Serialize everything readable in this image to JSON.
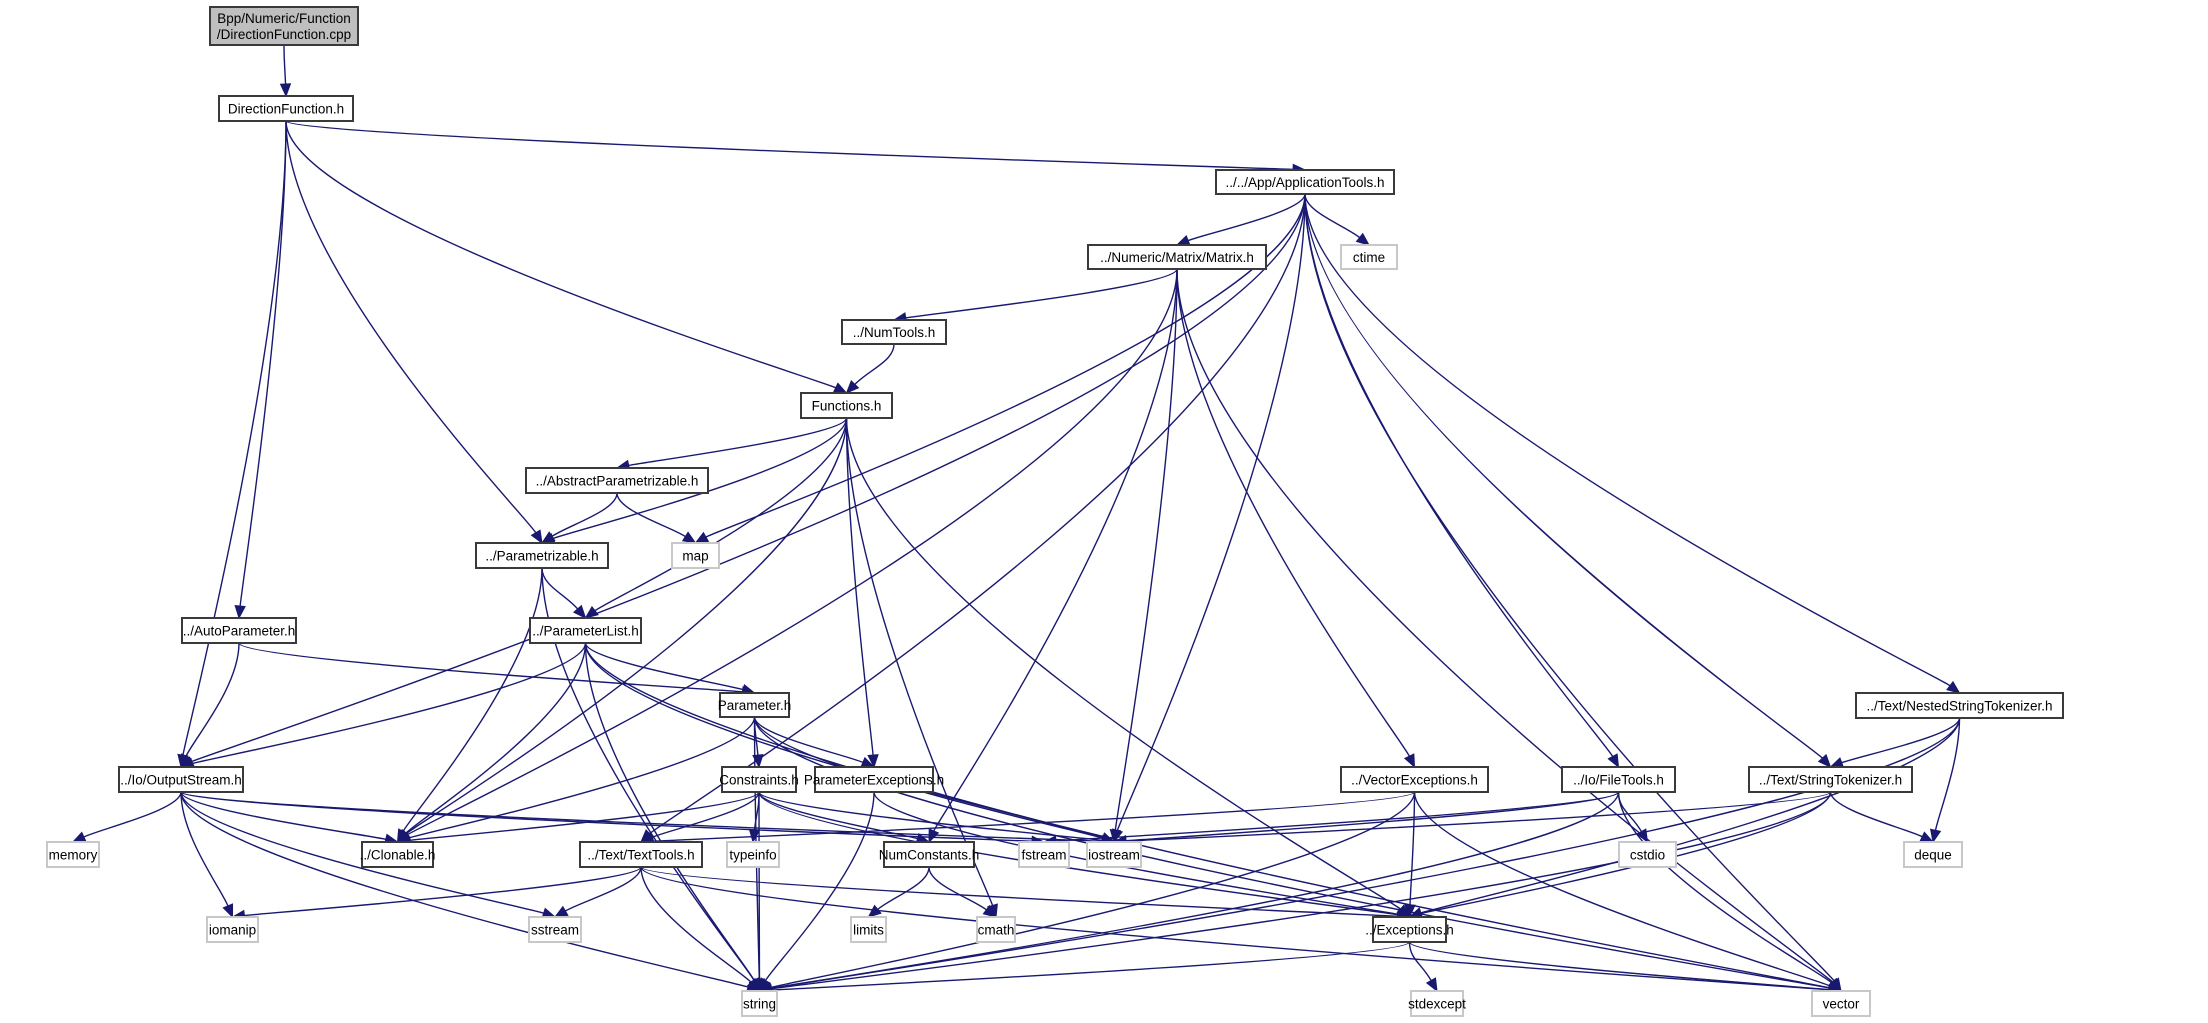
{
  "title": "Include dependency graph for DirectionFunction.cpp",
  "colors": {
    "edge": "#191970",
    "root_fill": "#bfbfbf",
    "project_border": "#3a3a3a",
    "external_border": "#c8c8c8"
  },
  "nodes": [
    {
      "id": "root",
      "kind": "root",
      "lines": [
        "Bpp/Numeric/Function",
        "/DirectionFunction.cpp"
      ]
    },
    {
      "id": "DirectionFunction_h",
      "kind": "project",
      "lines": [
        "DirectionFunction.h"
      ]
    },
    {
      "id": "ApplicationTools_h",
      "kind": "project",
      "lines": [
        "../../App/ApplicationTools.h"
      ]
    },
    {
      "id": "Matrix_h",
      "kind": "project",
      "lines": [
        "../Numeric/Matrix/Matrix.h"
      ]
    },
    {
      "id": "ctime",
      "kind": "external",
      "lines": [
        "ctime"
      ]
    },
    {
      "id": "NumTools_h",
      "kind": "project",
      "lines": [
        "../NumTools.h"
      ]
    },
    {
      "id": "Functions_h",
      "kind": "project",
      "lines": [
        "Functions.h"
      ]
    },
    {
      "id": "AbstractParametrizable_h",
      "kind": "project",
      "lines": [
        "../AbstractParametrizable.h"
      ]
    },
    {
      "id": "map",
      "kind": "external",
      "lines": [
        "map"
      ]
    },
    {
      "id": "Parametrizable_h",
      "kind": "project",
      "lines": [
        "../Parametrizable.h"
      ]
    },
    {
      "id": "AutoParameter_h",
      "kind": "project",
      "lines": [
        "../AutoParameter.h"
      ]
    },
    {
      "id": "ParameterList_h",
      "kind": "project",
      "lines": [
        "../ParameterList.h"
      ]
    },
    {
      "id": "Parameter_h",
      "kind": "project",
      "lines": [
        "Parameter.h"
      ]
    },
    {
      "id": "OutputStream_h",
      "kind": "project",
      "lines": [
        "../Io/OutputStream.h"
      ]
    },
    {
      "id": "Constraints_h",
      "kind": "project",
      "lines": [
        "Constraints.h"
      ]
    },
    {
      "id": "ParameterExceptions_h",
      "kind": "project",
      "lines": [
        "ParameterExceptions.h"
      ]
    },
    {
      "id": "VectorExceptions_h",
      "kind": "project",
      "lines": [
        "../VectorExceptions.h"
      ]
    },
    {
      "id": "FileTools_h",
      "kind": "project",
      "lines": [
        "../Io/FileTools.h"
      ]
    },
    {
      "id": "NestedStringTokenizer_h",
      "kind": "project",
      "lines": [
        "../Text/NestedStringTokenizer.h"
      ]
    },
    {
      "id": "StringTokenizer_h",
      "kind": "project",
      "lines": [
        "../Text/StringTokenizer.h"
      ]
    },
    {
      "id": "memory",
      "kind": "external",
      "lines": [
        "memory"
      ]
    },
    {
      "id": "Clonable_h",
      "kind": "project",
      "lines": [
        "../Clonable.h"
      ]
    },
    {
      "id": "TextTools_h",
      "kind": "project",
      "lines": [
        "../Text/TextTools.h"
      ]
    },
    {
      "id": "typeinfo",
      "kind": "external",
      "lines": [
        "typeinfo"
      ]
    },
    {
      "id": "NumConstants_h",
      "kind": "project",
      "lines": [
        "NumConstants.h"
      ]
    },
    {
      "id": "fstream",
      "kind": "external",
      "lines": [
        "fstream"
      ]
    },
    {
      "id": "iostream",
      "kind": "external",
      "lines": [
        "iostream"
      ]
    },
    {
      "id": "cstdio",
      "kind": "external",
      "lines": [
        "cstdio"
      ]
    },
    {
      "id": "deque",
      "kind": "external",
      "lines": [
        "deque"
      ]
    },
    {
      "id": "iomanip",
      "kind": "external",
      "lines": [
        "iomanip"
      ]
    },
    {
      "id": "sstream",
      "kind": "external",
      "lines": [
        "sstream"
      ]
    },
    {
      "id": "limits",
      "kind": "external",
      "lines": [
        "limits"
      ]
    },
    {
      "id": "cmath",
      "kind": "external",
      "lines": [
        "cmath"
      ]
    },
    {
      "id": "Exceptions_h",
      "kind": "project",
      "lines": [
        "../Exceptions.h"
      ]
    },
    {
      "id": "string",
      "kind": "external",
      "lines": [
        "string"
      ]
    },
    {
      "id": "stdexcept",
      "kind": "external",
      "lines": [
        "stdexcept"
      ]
    },
    {
      "id": "vector",
      "kind": "external",
      "lines": [
        "vector"
      ]
    }
  ],
  "edges": [
    [
      "root",
      "DirectionFunction_h"
    ],
    [
      "DirectionFunction_h",
      "ApplicationTools_h"
    ],
    [
      "DirectionFunction_h",
      "Functions_h"
    ],
    [
      "DirectionFunction_h",
      "Parametrizable_h"
    ],
    [
      "DirectionFunction_h",
      "AutoParameter_h"
    ],
    [
      "DirectionFunction_h",
      "OutputStream_h"
    ],
    [
      "ApplicationTools_h",
      "Matrix_h"
    ],
    [
      "ApplicationTools_h",
      "ctime"
    ],
    [
      "ApplicationTools_h",
      "map"
    ],
    [
      "ApplicationTools_h",
      "OutputStream_h"
    ],
    [
      "ApplicationTools_h",
      "TextTools_h"
    ],
    [
      "ApplicationTools_h",
      "iostream"
    ],
    [
      "ApplicationTools_h",
      "FileTools_h"
    ],
    [
      "ApplicationTools_h",
      "StringTokenizer_h"
    ],
    [
      "ApplicationTools_h",
      "NestedStringTokenizer_h"
    ],
    [
      "ApplicationTools_h",
      "vector"
    ],
    [
      "Matrix_h",
      "NumTools_h"
    ],
    [
      "Matrix_h",
      "Clonable_h"
    ],
    [
      "Matrix_h",
      "NumConstants_h"
    ],
    [
      "Matrix_h",
      "iostream"
    ],
    [
      "Matrix_h",
      "VectorExceptions_h"
    ],
    [
      "Matrix_h",
      "vector"
    ],
    [
      "NumTools_h",
      "Functions_h"
    ],
    [
      "Functions_h",
      "AbstractParametrizable_h"
    ],
    [
      "Functions_h",
      "Parametrizable_h"
    ],
    [
      "Functions_h",
      "ParameterList_h"
    ],
    [
      "Functions_h",
      "Clonable_h"
    ],
    [
      "Functions_h",
      "ParameterExceptions_h"
    ],
    [
      "Functions_h",
      "cmath"
    ],
    [
      "Functions_h",
      "Exceptions_h"
    ],
    [
      "AbstractParametrizable_h",
      "Parametrizable_h"
    ],
    [
      "AbstractParametrizable_h",
      "map"
    ],
    [
      "Parametrizable_h",
      "ParameterList_h"
    ],
    [
      "Parametrizable_h",
      "Clonable_h"
    ],
    [
      "Parametrizable_h",
      "string"
    ],
    [
      "AutoParameter_h",
      "Parameter_h"
    ],
    [
      "AutoParameter_h",
      "OutputStream_h"
    ],
    [
      "ParameterList_h",
      "Parameter_h"
    ],
    [
      "ParameterList_h",
      "OutputStream_h"
    ],
    [
      "ParameterList_h",
      "Clonable_h"
    ],
    [
      "ParameterList_h",
      "string"
    ],
    [
      "ParameterList_h",
      "iostream"
    ],
    [
      "ParameterList_h",
      "vector"
    ],
    [
      "Parameter_h",
      "Constraints_h"
    ],
    [
      "Parameter_h",
      "ParameterExceptions_h"
    ],
    [
      "Parameter_h",
      "Clonable_h"
    ],
    [
      "Parameter_h",
      "string"
    ],
    [
      "Parameter_h",
      "iostream"
    ],
    [
      "Parameter_h",
      "vector"
    ],
    [
      "OutputStream_h",
      "memory"
    ],
    [
      "OutputStream_h",
      "Clonable_h"
    ],
    [
      "OutputStream_h",
      "iomanip"
    ],
    [
      "OutputStream_h",
      "sstream"
    ],
    [
      "OutputStream_h",
      "string"
    ],
    [
      "OutputStream_h",
      "fstream"
    ],
    [
      "OutputStream_h",
      "iostream"
    ],
    [
      "Constraints_h",
      "TextTools_h"
    ],
    [
      "Constraints_h",
      "typeinfo"
    ],
    [
      "Constraints_h",
      "NumConstants_h"
    ],
    [
      "Constraints_h",
      "Clonable_h"
    ],
    [
      "Constraints_h",
      "iostream"
    ],
    [
      "Constraints_h",
      "string"
    ],
    [
      "Constraints_h",
      "Exceptions_h"
    ],
    [
      "ParameterExceptions_h",
      "string"
    ],
    [
      "ParameterExceptions_h",
      "Exceptions_h"
    ],
    [
      "VectorExceptions_h",
      "TextTools_h"
    ],
    [
      "VectorExceptions_h",
      "Exceptions_h"
    ],
    [
      "VectorExceptions_h",
      "string"
    ],
    [
      "VectorExceptions_h",
      "vector"
    ],
    [
      "FileTools_h",
      "iostream"
    ],
    [
      "FileTools_h",
      "cstdio"
    ],
    [
      "FileTools_h",
      "fstream"
    ],
    [
      "FileTools_h",
      "string"
    ],
    [
      "FileTools_h",
      "vector"
    ],
    [
      "NestedStringTokenizer_h",
      "StringTokenizer_h"
    ],
    [
      "NestedStringTokenizer_h",
      "deque"
    ],
    [
      "NestedStringTokenizer_h",
      "Exceptions_h"
    ],
    [
      "NestedStringTokenizer_h",
      "string"
    ],
    [
      "StringTokenizer_h",
      "deque"
    ],
    [
      "StringTokenizer_h",
      "iostream"
    ],
    [
      "StringTokenizer_h",
      "Exceptions_h"
    ],
    [
      "StringTokenizer_h",
      "string"
    ],
    [
      "TextTools_h",
      "iomanip"
    ],
    [
      "TextTools_h",
      "sstream"
    ],
    [
      "TextTools_h",
      "string"
    ],
    [
      "TextTools_h",
      "Exceptions_h"
    ],
    [
      "TextTools_h",
      "vector"
    ],
    [
      "NumConstants_h",
      "limits"
    ],
    [
      "NumConstants_h",
      "cmath"
    ],
    [
      "Exceptions_h",
      "stdexcept"
    ],
    [
      "Exceptions_h",
      "string"
    ],
    [
      "Exceptions_h",
      "vector"
    ]
  ]
}
